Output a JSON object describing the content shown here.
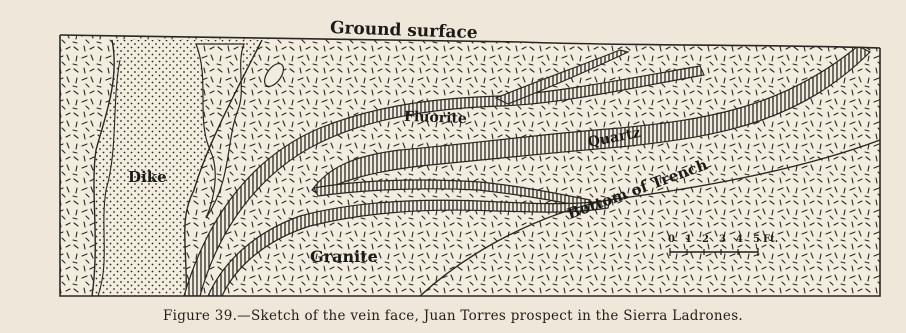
{
  "figure": {
    "labels": {
      "ground_surface": "Ground surface",
      "dike": "Dike",
      "fluorite": "Fluorite",
      "quartz": "Quartz",
      "bottom_of_trench": "Bottom of Trench",
      "granite": "Granite"
    },
    "scale": {
      "ticks": [
        "0",
        "1",
        "2",
        "3",
        "4",
        "5"
      ],
      "unit": "Ft."
    },
    "caption": "Figure 39.—Sketch of the vein face, Juan Torres prospect in the Sierra Ladrones."
  }
}
